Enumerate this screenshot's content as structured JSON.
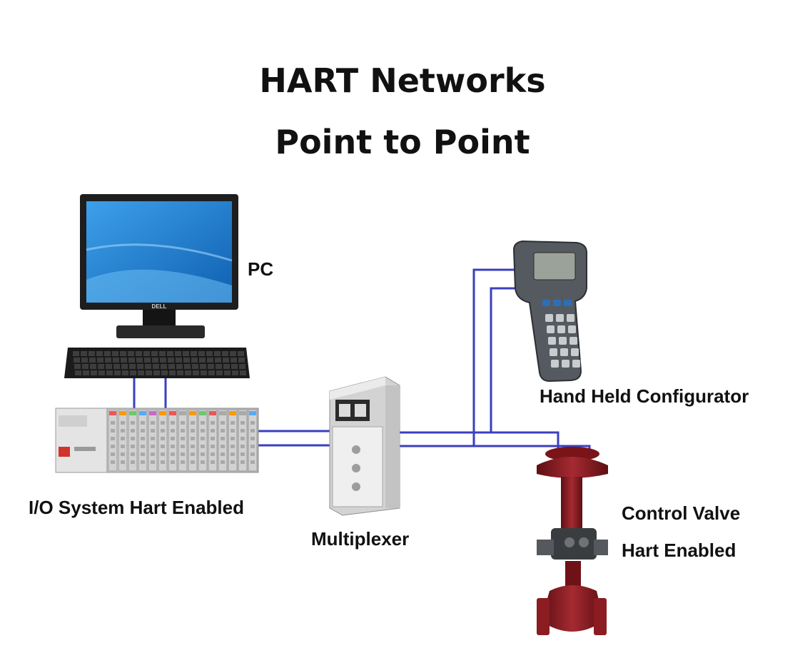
{
  "title": {
    "line1": "HART Networks",
    "line2": "Point to Point"
  },
  "labels": {
    "pc": "PC",
    "handheld": "Hand Held Configurator",
    "io": "I/O System Hart Enabled",
    "mux": "Multiplexer",
    "valve_line1": "Control Valve",
    "valve_line2": "Hart Enabled"
  },
  "device_text": {
    "monitor_brand": "DELL"
  },
  "colors": {
    "wire": "#3a3fbf",
    "valve": "#8b1c22",
    "screen": "#2f86d6"
  },
  "icons": [
    "pc-monitor-icon",
    "keyboard-icon",
    "io-rack-icon",
    "multiplexer-icon",
    "handheld-configurator-icon",
    "control-valve-icon"
  ]
}
